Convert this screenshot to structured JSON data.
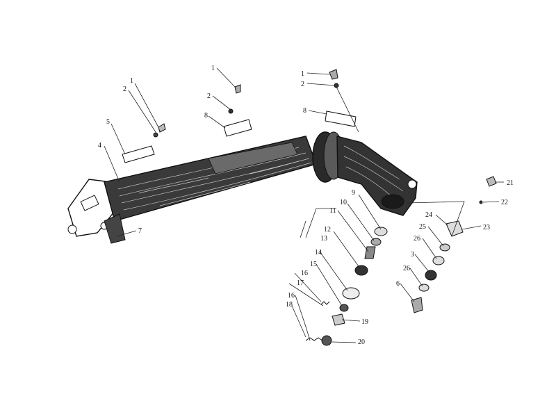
{
  "diagram": {
    "type": "exploded-parts-diagram",
    "subject": "boom-arm-assembly",
    "colors": {
      "ink": "#111111",
      "wood_tone": "#3a3a3a",
      "background": "#ffffff"
    },
    "callouts": [
      {
        "id": "c1a",
        "label": "1"
      },
      {
        "id": "c2a",
        "label": "2"
      },
      {
        "id": "c5",
        "label": "5"
      },
      {
        "id": "c4",
        "label": "4"
      },
      {
        "id": "c7",
        "label": "7"
      },
      {
        "id": "c1b",
        "label": "1"
      },
      {
        "id": "c2b",
        "label": "2"
      },
      {
        "id": "c8a",
        "label": "8"
      },
      {
        "id": "c1c",
        "label": "1"
      },
      {
        "id": "c2c",
        "label": "2"
      },
      {
        "id": "c8b",
        "label": "8"
      },
      {
        "id": "c9",
        "label": "9"
      },
      {
        "id": "c10",
        "label": "10"
      },
      {
        "id": "c11",
        "label": "11"
      },
      {
        "id": "c13",
        "label": "13"
      },
      {
        "id": "c12",
        "label": "12"
      },
      {
        "id": "c14",
        "label": "14"
      },
      {
        "id": "c15",
        "label": "15"
      },
      {
        "id": "c16a",
        "label": "16"
      },
      {
        "id": "c17",
        "label": "17"
      },
      {
        "id": "c16b",
        "label": "16"
      },
      {
        "id": "c18",
        "label": "18"
      },
      {
        "id": "c19",
        "label": "19"
      },
      {
        "id": "c20",
        "label": "20"
      },
      {
        "id": "c21",
        "label": "21"
      },
      {
        "id": "c22",
        "label": "22"
      },
      {
        "id": "c24",
        "label": "24"
      },
      {
        "id": "c23",
        "label": "23"
      },
      {
        "id": "c25",
        "label": "25"
      },
      {
        "id": "c26a",
        "label": "26"
      },
      {
        "id": "c3",
        "label": "3"
      },
      {
        "id": "c26b",
        "label": "26"
      },
      {
        "id": "c6",
        "label": "6"
      }
    ]
  }
}
